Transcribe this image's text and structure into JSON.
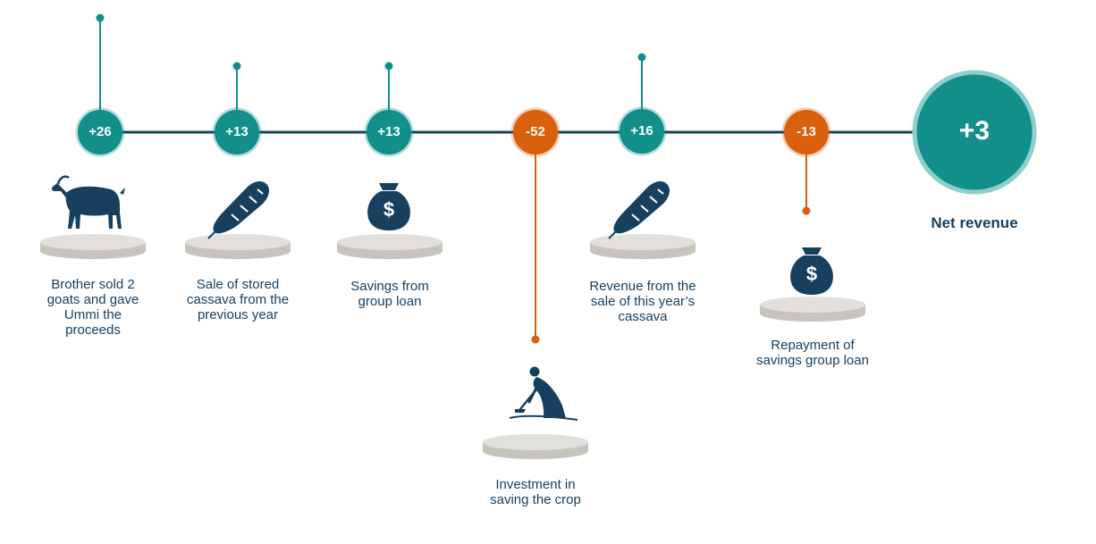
{
  "colors": {
    "positive": "#128f8b",
    "negative": "#d9600c",
    "navy": "#17405f",
    "pedestal": "#d2d0cb"
  },
  "events": [
    {
      "value": "+26",
      "kind": "positive",
      "icon": "goat-icon",
      "label_lines": [
        "Brother sold 2",
        "goats and gave",
        "Ummi the",
        "proceeds"
      ]
    },
    {
      "value": "+13",
      "kind": "positive",
      "icon": "cassava-icon",
      "label_lines": [
        "Sale of stored",
        "cassava from the",
        "previous year"
      ]
    },
    {
      "value": "+13",
      "kind": "positive",
      "icon": "money-bag-icon",
      "label_lines": [
        "Savings from",
        "group loan"
      ]
    },
    {
      "value": "-52",
      "kind": "negative",
      "icon": "farmer-hoeing-icon",
      "label_lines": [
        "Investment in",
        "saving the crop"
      ]
    },
    {
      "value": "+16",
      "kind": "positive",
      "icon": "cassava-icon",
      "label_lines": [
        "Revenue from the",
        "sale of this year’s",
        "cassava"
      ]
    },
    {
      "value": "-13",
      "kind": "negative",
      "icon": "money-bag-icon",
      "label_lines": [
        "Repayment of",
        "savings group loan"
      ]
    }
  ],
  "net": {
    "value": "+3",
    "label": "Net revenue"
  }
}
